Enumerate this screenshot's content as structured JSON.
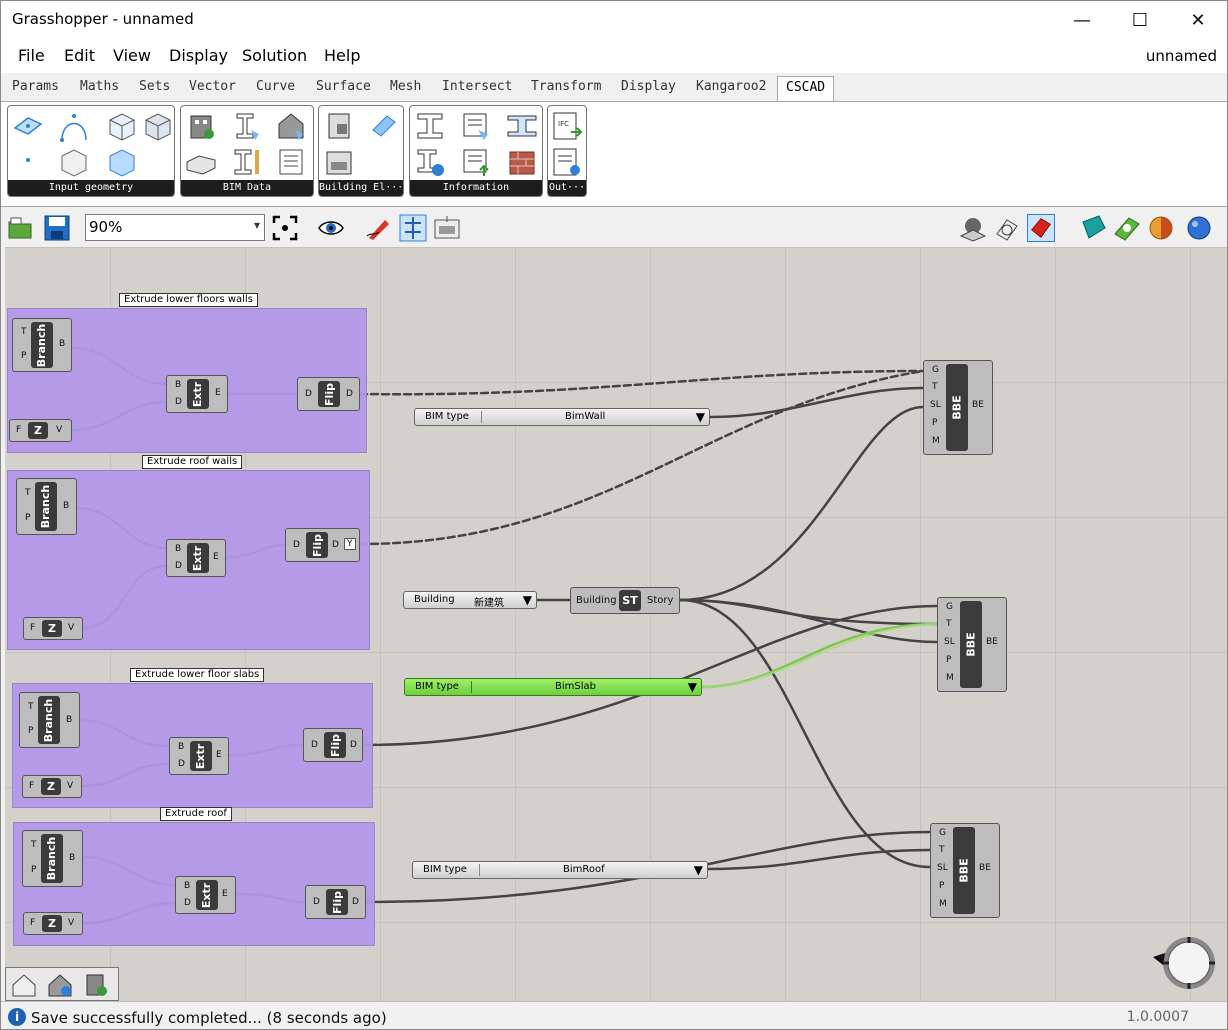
{
  "window": {
    "title": "Grasshopper - unnamed",
    "minimize": "—",
    "maximize": "☐",
    "close": "✕"
  },
  "menu": {
    "items": [
      "File",
      "Edit",
      "View",
      "Display",
      "Solution",
      "Help"
    ],
    "document_name": "unnamed"
  },
  "tabs": [
    "Params",
    "Maths",
    "Sets",
    "Vector",
    "Curve",
    "Surface",
    "Mesh",
    "Intersect",
    "Transform",
    "Display",
    "Kangaroo2",
    "CSCAD"
  ],
  "active_tab": "CSCAD",
  "ribbon": {
    "groups": [
      "Input geometry",
      "BIM Data",
      "Building El···",
      "Information",
      "Out···"
    ],
    "ifc_label": "IFC"
  },
  "toolbar": {
    "zoom_value": "90%",
    "zoom_caret": "▾"
  },
  "canvas": {
    "groups": [
      {
        "title": "Extrude lower floors walls"
      },
      {
        "title": "Extrude roof walls"
      },
      {
        "title": "Extrude lower floor slabs"
      },
      {
        "title": "Extrude roof"
      }
    ],
    "component_labels": {
      "branch": "Branch",
      "extr": "Extr",
      "flip": "Flip",
      "unit_z": "Z",
      "bbe": "BBE",
      "story": "ST"
    },
    "pins": {
      "T": "T",
      "P": "P",
      "B": "B",
      "D": "D",
      "E": "E",
      "F": "F",
      "V": "V",
      "G": "G",
      "SL": "SL",
      "M": "M",
      "BE": "BE",
      "Y": "Y",
      "building_in": "Building",
      "story_out": "Story"
    },
    "value_lists": [
      {
        "label": "BIM type",
        "value": "BimWall",
        "arrow": "▼"
      },
      {
        "label": "Building",
        "value": "新建筑",
        "arrow": "▼"
      },
      {
        "label": "BIM type",
        "value": "BimSlab",
        "arrow": "▼"
      },
      {
        "label": "BIM type",
        "value": "BimRoof",
        "arrow": "▼"
      }
    ],
    "colors": {
      "canvas_bg": "#d4d1cc",
      "group_fill": "#b297e8",
      "selected_list": "#7fdc4c",
      "wire": "#444444"
    }
  },
  "status": {
    "message": "Save successfully completed... (8 seconds ago)",
    "version": "1.0.0007",
    "info_icon": "i"
  }
}
